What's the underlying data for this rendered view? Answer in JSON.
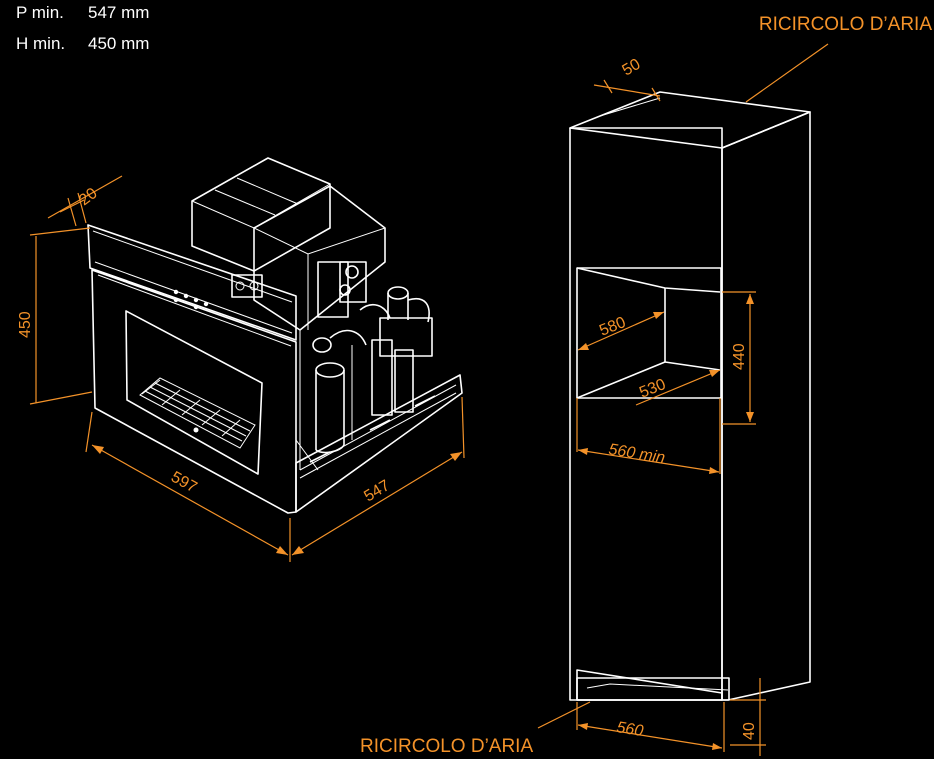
{
  "specs": {
    "depth_label": "P min.",
    "depth_value": "547 mm",
    "height_label": "H min.",
    "height_value": "450 mm"
  },
  "air_labels": {
    "top": "RICIRCOLO D’ARIA",
    "bottom": "RICIRCOLO D’ARIA"
  },
  "appliance_dims": {
    "frame": "20",
    "height": "450",
    "width": "597",
    "depth": "547"
  },
  "cabinet_dims": {
    "back_gap": "50",
    "niche_depth": "580",
    "niche_height": "440",
    "niche_inner": "530",
    "niche_width": "560 min",
    "base_width": "560",
    "base_height": "40"
  },
  "colors": {
    "accent": "#f39229",
    "lines": "#ffffff",
    "background": "#000000"
  }
}
